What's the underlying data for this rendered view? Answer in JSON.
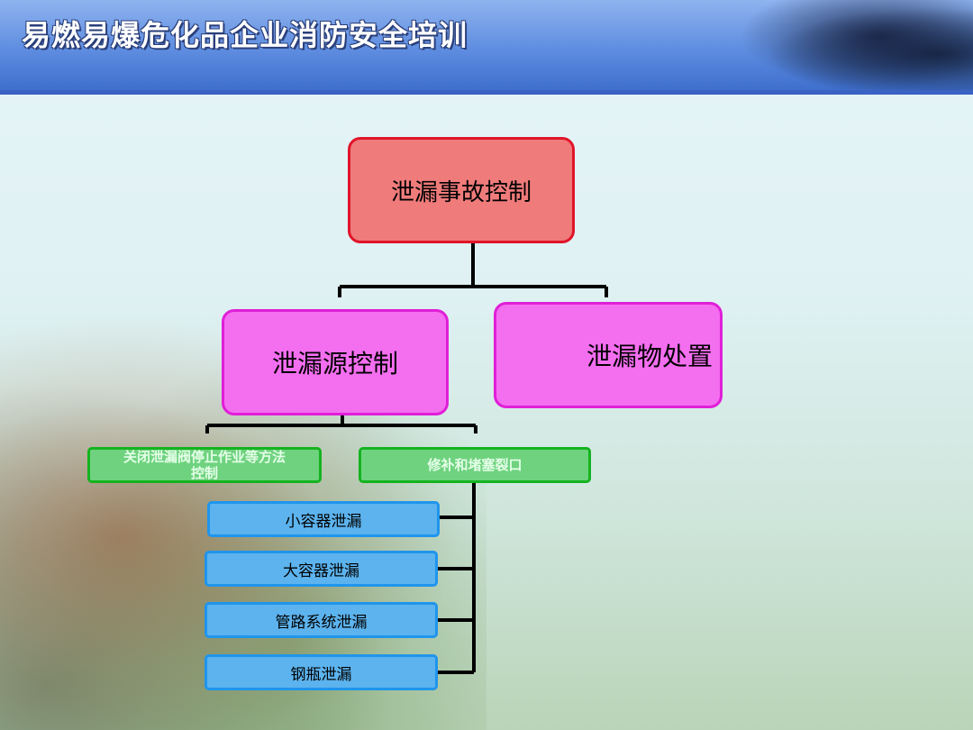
{
  "header": {
    "title": "易燃易爆危化品企业消防安全培训"
  },
  "diagram": {
    "root": "泄漏事故控制",
    "level1": [
      "泄漏源控制",
      "泄漏物处置"
    ],
    "level2": [
      "关闭泄漏阀停止作业等方法控制",
      "修补和堵塞裂口"
    ],
    "level3": [
      "小容器泄漏",
      "大容器泄漏",
      "管路系统泄漏",
      "钢瓶泄漏"
    ]
  },
  "colors": {
    "root_fill": "#f07b7b",
    "root_border": "#e0152a",
    "level1_fill": "#f46ef0",
    "level1_border": "#e01fd8",
    "level2_fill": "#6fd27f",
    "level2_border": "#14b31f",
    "level3_fill": "#5cb3ee",
    "level3_border": "#1f95ec"
  }
}
